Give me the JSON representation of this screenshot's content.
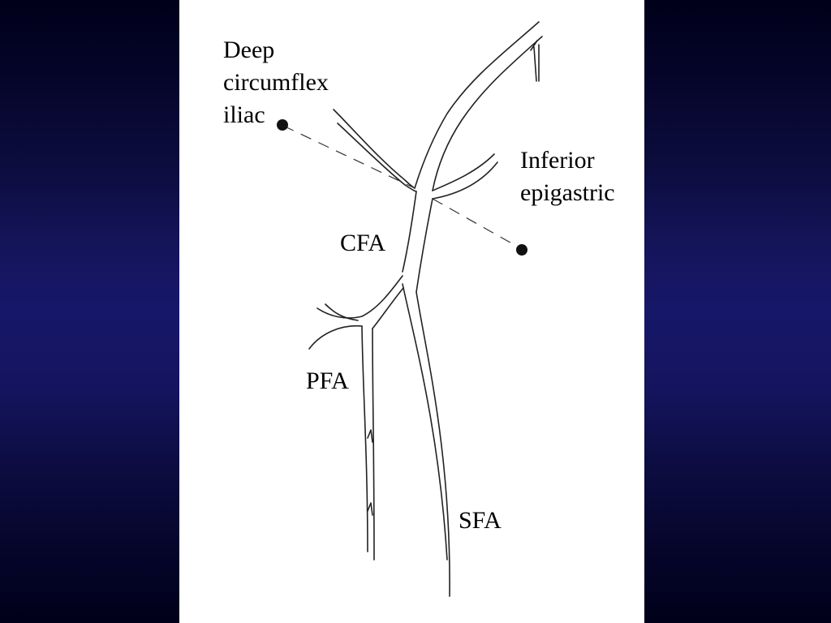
{
  "diagram": {
    "labels": {
      "deep_circumflex_iliac": [
        "Deep",
        "circumflex",
        "iliac"
      ],
      "inferior_epigastric": [
        "Inferior",
        "epigastric"
      ],
      "cfa": "CFA",
      "pfa": "PFA",
      "sfa": "SFA"
    },
    "colors": {
      "background_dark": "#0c0c3d",
      "panel": "#ffffff",
      "ink": "#000000"
    }
  }
}
